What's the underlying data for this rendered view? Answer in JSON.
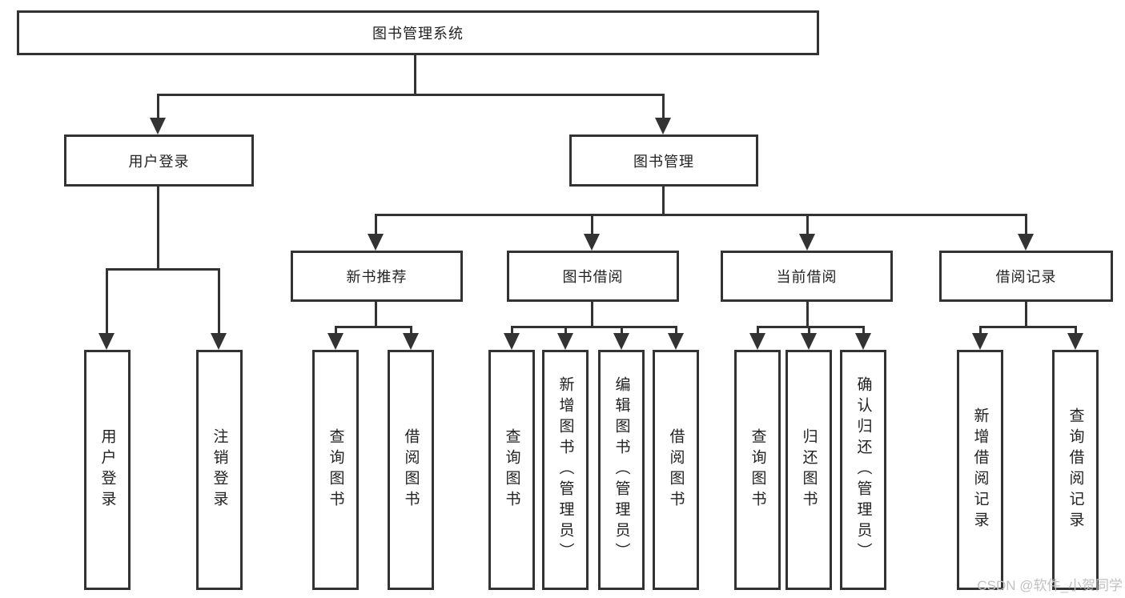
{
  "diagram": {
    "root": {
      "label": "图书管理系统"
    },
    "level1": [
      {
        "label": "用户登录"
      },
      {
        "label": "图书管理"
      }
    ],
    "level2": [
      {
        "label": "新书推荐"
      },
      {
        "label": "图书借阅"
      },
      {
        "label": "当前借阅"
      },
      {
        "label": "借阅记录"
      }
    ],
    "leaves": [
      {
        "label": "用户登录"
      },
      {
        "label": "注销登录"
      },
      {
        "label": "查询图书"
      },
      {
        "label": "借阅图书"
      },
      {
        "label": "查询图书"
      },
      {
        "label": "新增图书（管理员）"
      },
      {
        "label": "编辑图书（管理员）"
      },
      {
        "label": "借阅图书"
      },
      {
        "label": "查询图书"
      },
      {
        "label": "归还图书"
      },
      {
        "label": "确认归还（管理员）"
      },
      {
        "label": "新增借阅记录"
      },
      {
        "label": "查询借阅记录"
      }
    ]
  },
  "watermark": {
    "text": "CSDN @软件_小贺同学"
  },
  "colors": {
    "line": "#333333",
    "box_border": "#333333",
    "text": "#222222",
    "background": "#ffffff",
    "watermark": "#c0c0c0"
  }
}
